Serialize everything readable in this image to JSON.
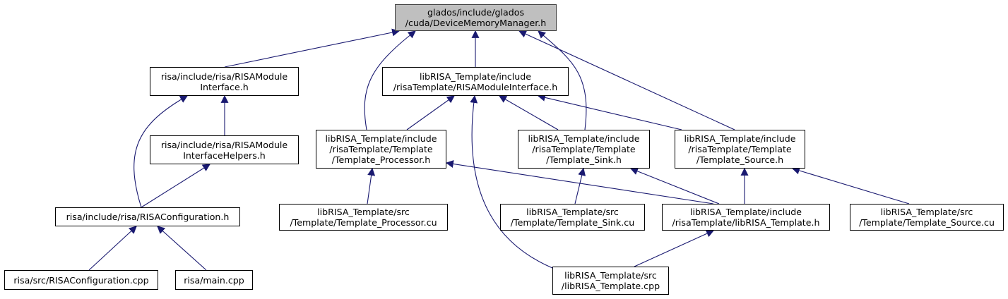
{
  "colors": {
    "edge": "#191970",
    "root_fill": "#bfbfbf",
    "node_fill": "#ffffff",
    "border": "#000000"
  },
  "nodes": {
    "root": {
      "lines": [
        "glados/include/glados",
        "/cuda/DeviceMemoryManager.h"
      ]
    },
    "rmi": {
      "lines": [
        "risa/include/risa/RISAModule",
        "Interface.h"
      ]
    },
    "rmih": {
      "lines": [
        "risa/include/risa/RISAModule",
        "InterfaceHelpers.h"
      ]
    },
    "rconf": {
      "lines": [
        "risa/include/risa/RISAConfiguration.h"
      ]
    },
    "rconfcpp": {
      "lines": [
        "risa/src/RISAConfiguration.cpp"
      ]
    },
    "main": {
      "lines": [
        "risa/main.cpp"
      ]
    },
    "tmi": {
      "lines": [
        "libRISA_Template/include",
        "/risaTemplate/RISAModuleInterface.h"
      ]
    },
    "tproc": {
      "lines": [
        "libRISA_Template/include",
        "/risaTemplate/Template",
        "/Template_Processor.h"
      ]
    },
    "tsink": {
      "lines": [
        "libRISA_Template/include",
        "/risaTemplate/Template",
        "/Template_Sink.h"
      ]
    },
    "tsrc": {
      "lines": [
        "libRISA_Template/include",
        "/risaTemplate/Template",
        "/Template_Source.h"
      ]
    },
    "tproccu": {
      "lines": [
        "libRISA_Template/src",
        "/Template/Template_Processor.cu"
      ]
    },
    "tsinkcu": {
      "lines": [
        "libRISA_Template/src",
        "/Template/Template_Sink.cu"
      ]
    },
    "libh": {
      "lines": [
        "libRISA_Template/include",
        "/risaTemplate/libRISA_Template.h"
      ]
    },
    "tsrccu": {
      "lines": [
        "libRISA_Template/src",
        "/Template/Template_Source.cu"
      ]
    },
    "libcpp": {
      "lines": [
        "libRISA_Template/src",
        "/libRISA_Template.cpp"
      ]
    }
  },
  "edges": [
    [
      "root",
      "rmi"
    ],
    [
      "root",
      "tmi"
    ],
    [
      "root",
      "tproc"
    ],
    [
      "root",
      "tsink"
    ],
    [
      "root",
      "tsrc"
    ],
    [
      "rmi",
      "rmih"
    ],
    [
      "rmi",
      "rconf"
    ],
    [
      "rmih",
      "rconf"
    ],
    [
      "rconf",
      "rconfcpp"
    ],
    [
      "rconf",
      "main"
    ],
    [
      "tmi",
      "tproc"
    ],
    [
      "tmi",
      "tsink"
    ],
    [
      "tmi",
      "tsrc"
    ],
    [
      "tmi",
      "libcpp"
    ],
    [
      "tproc",
      "tproccu"
    ],
    [
      "tproc",
      "libh"
    ],
    [
      "tsink",
      "tsinkcu"
    ],
    [
      "tsink",
      "libh"
    ],
    [
      "tsrc",
      "libh"
    ],
    [
      "tsrc",
      "tsrccu"
    ],
    [
      "libh",
      "libcpp"
    ]
  ]
}
